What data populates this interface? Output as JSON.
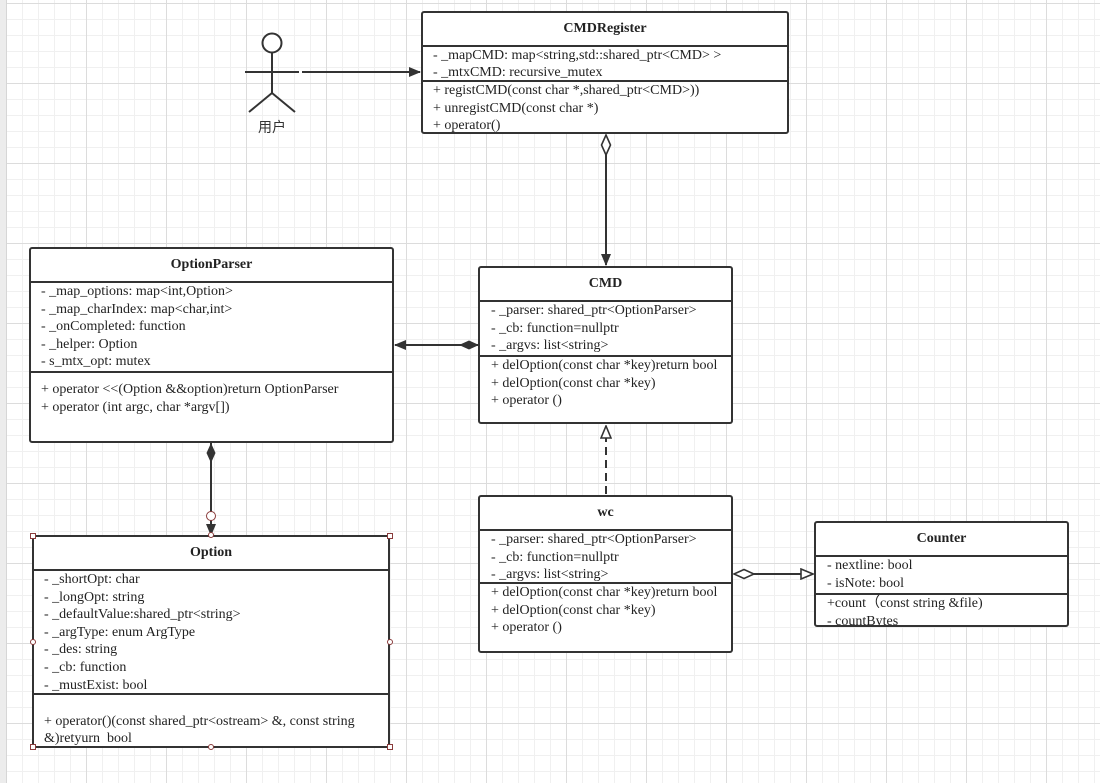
{
  "actor": {
    "label": "用户"
  },
  "classes": {
    "cmdregister": {
      "name": "CMDRegister",
      "attributes": "- _mapCMD: map<string,std::shared_ptr<CMD> >\n- _mtxCMD: recursive_mutex",
      "methods": "+ registCMD(const char *,shared_ptr<CMD>))\n+ unregistCMD(const char *)\n+ operator()"
    },
    "optionparser": {
      "name": "OptionParser",
      "attributes": "- _map_options: map<int,Option>\n- _map_charIndex: map<char,int>\n- _onCompleted: function\n- _helper: Option\n- s_mtx_opt: mutex",
      "methods": "+ operator <<(Option &&option)return OptionParser\n+ operator (int argc, char *argv[])"
    },
    "cmd": {
      "name": "CMD",
      "attributes": "- _parser: shared_ptr<OptionParser>\n- _cb: function=nullptr\n- _argvs: list<string>",
      "methods": "+ delOption(const char *key)return bool\n+ delOption(const char *key)\n+ operator ()"
    },
    "option": {
      "name": "Option",
      "attributes": "- _shortOpt: char\n- _longOpt: string\n- _defaultValue:shared_ptr<string>\n- _argType: enum ArgType\n- _des: string\n- _cb: function\n- _mustExist: bool",
      "methods": "\n+ operator()(const shared_ptr<ostream> &, const string &)retyurn  bool"
    },
    "wc": {
      "name": "wc",
      "attributes": "- _parser: shared_ptr<OptionParser>\n- _cb: function=nullptr\n- _argvs: list<string>",
      "methods": "+ delOption(const char *key)return bool\n+ delOption(const char *key)\n+ operator ()"
    },
    "counter": {
      "name": "Counter",
      "attributes": "- nextline: bool\n- isNote: bool",
      "methods": "+count（const string &file)\n- countBytes"
    }
  }
}
